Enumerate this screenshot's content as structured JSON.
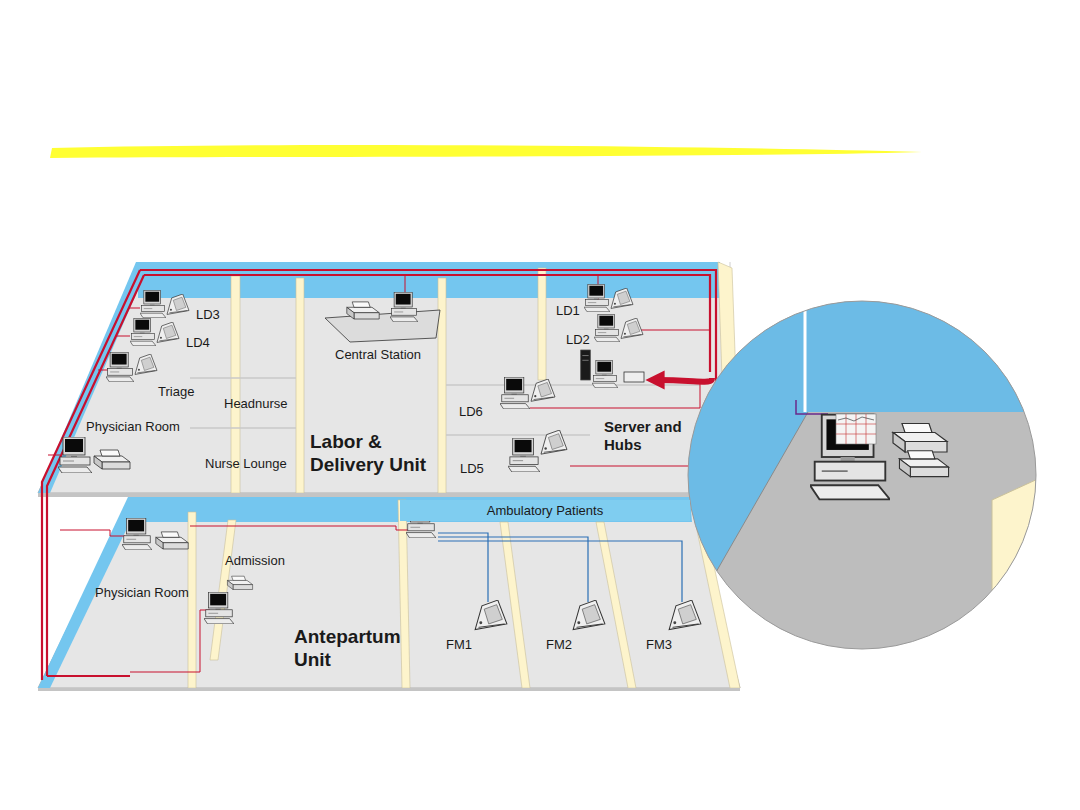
{
  "diagram": {
    "nodes": [
      {
        "text": [
          "Ambulatory Patients"
        ]
      }
    ],
    "labels": [
      "LD3",
      "LD4",
      "Triage",
      "Physician Room",
      "Headnurse",
      "Nurse Lounge",
      "Central Station",
      "Labor & Delivery Unit",
      "LD1",
      "LD2",
      "LD6",
      "LD5",
      "Server and Hubs",
      "Physician Room",
      "Admission",
      "Antepartum Unit",
      "FM1",
      "FM2",
      "FM3"
    ]
  }
}
